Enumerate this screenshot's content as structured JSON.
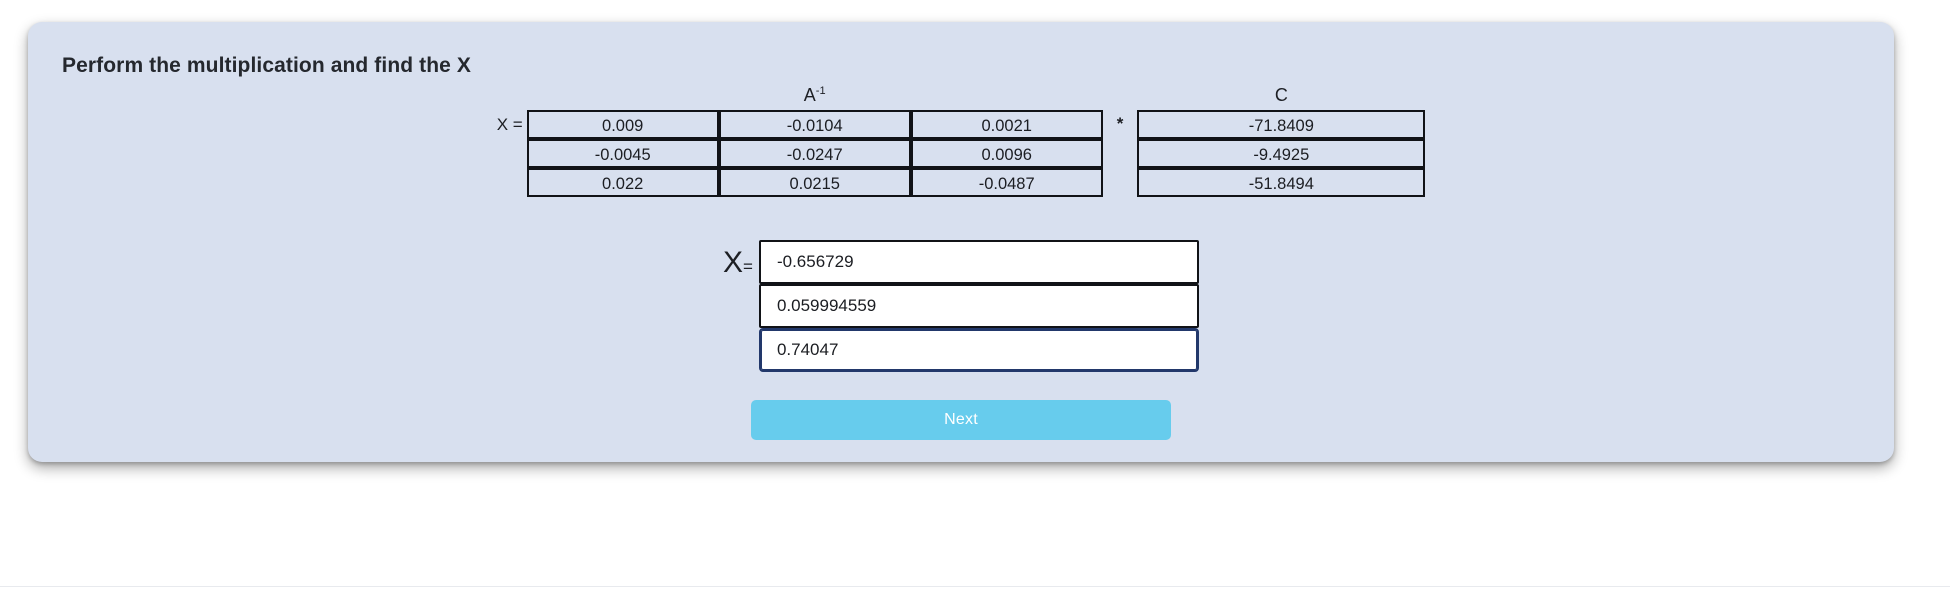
{
  "card": {
    "title": "Perform the multiplication and find the X",
    "background_color": "#d8e0ef"
  },
  "equation": {
    "lhs_label": "X =",
    "operator": "*",
    "matrix_a_inverse": {
      "caption_base": "A",
      "caption_exponent": "-1",
      "rows": [
        [
          "0.009",
          "-0.0104",
          "0.0021"
        ],
        [
          "-0.0045",
          "-0.0247",
          "0.0096"
        ],
        [
          "0.022",
          "0.0215",
          "-0.0487"
        ]
      ]
    },
    "matrix_c": {
      "caption": "C",
      "rows": [
        [
          "-71.8409"
        ],
        [
          "-9.4925"
        ],
        [
          "-51.8494"
        ]
      ]
    }
  },
  "answer": {
    "label_x": "X",
    "label_equals": "=",
    "fields": [
      {
        "name": "x1",
        "value": "-0.656729",
        "placeholder": "",
        "focused": false
      },
      {
        "name": "x2",
        "value": "0.059994559",
        "placeholder": "",
        "focused": false
      },
      {
        "name": "x3",
        "value": "0.74047",
        "placeholder": "",
        "focused": true
      }
    ]
  },
  "actions": {
    "next_label": "Next",
    "next_color": "#67cced"
  }
}
